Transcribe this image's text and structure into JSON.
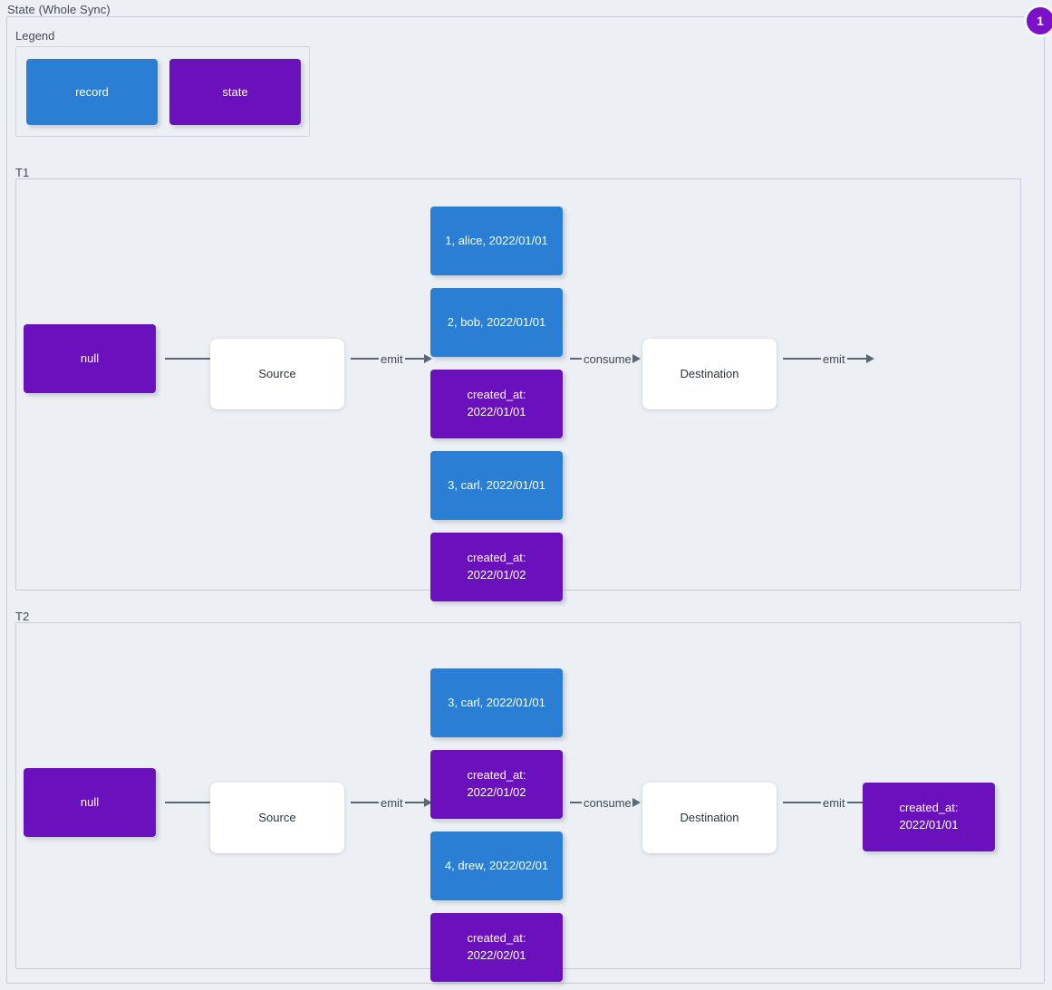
{
  "diagram": {
    "title": "State (Whole Sync)",
    "badge": "1",
    "colors": {
      "record": "#2a7fd4",
      "state": "#6a10bd",
      "background": "#eceff4",
      "border": "#c3ccd8",
      "arrow": "#5a6876",
      "badge": "#7a11c9"
    }
  },
  "legend": {
    "title": "Legend",
    "items": [
      {
        "label": "record",
        "kind": "record"
      },
      {
        "label": "state",
        "kind": "state"
      }
    ]
  },
  "groups": [
    {
      "title": "T1",
      "initial_state": "null",
      "source_label": "Source",
      "destination_label": "Destination",
      "edges": {
        "state_to_source": "",
        "source_emit": "emit",
        "destination_consume": "consume",
        "destination_emit": "emit"
      },
      "stream": [
        {
          "kind": "record",
          "label": "1, alice, 2022/01/01"
        },
        {
          "kind": "record",
          "label": "2, bob, 2022/01/01"
        },
        {
          "kind": "state",
          "label": "created_at:\n2022/01/01"
        },
        {
          "kind": "record",
          "label": "3, carl, 2022/01/01"
        },
        {
          "kind": "state",
          "label": "created_at:\n2022/01/02"
        }
      ],
      "output": null
    },
    {
      "title": "T2",
      "initial_state": "null",
      "source_label": "Source",
      "destination_label": "Destination",
      "edges": {
        "state_to_source": "",
        "source_emit": "emit",
        "destination_consume": "consume",
        "destination_emit": "emit"
      },
      "stream": [
        {
          "kind": "record",
          "label": "3, carl, 2022/01/01"
        },
        {
          "kind": "state",
          "label": "created_at:\n2022/01/02"
        },
        {
          "kind": "record",
          "label": "4, drew, 2022/02/01"
        },
        {
          "kind": "state",
          "label": "created_at:\n2022/02/01"
        }
      ],
      "output": {
        "kind": "state",
        "label": "created_at:\n2022/01/01"
      }
    }
  ]
}
